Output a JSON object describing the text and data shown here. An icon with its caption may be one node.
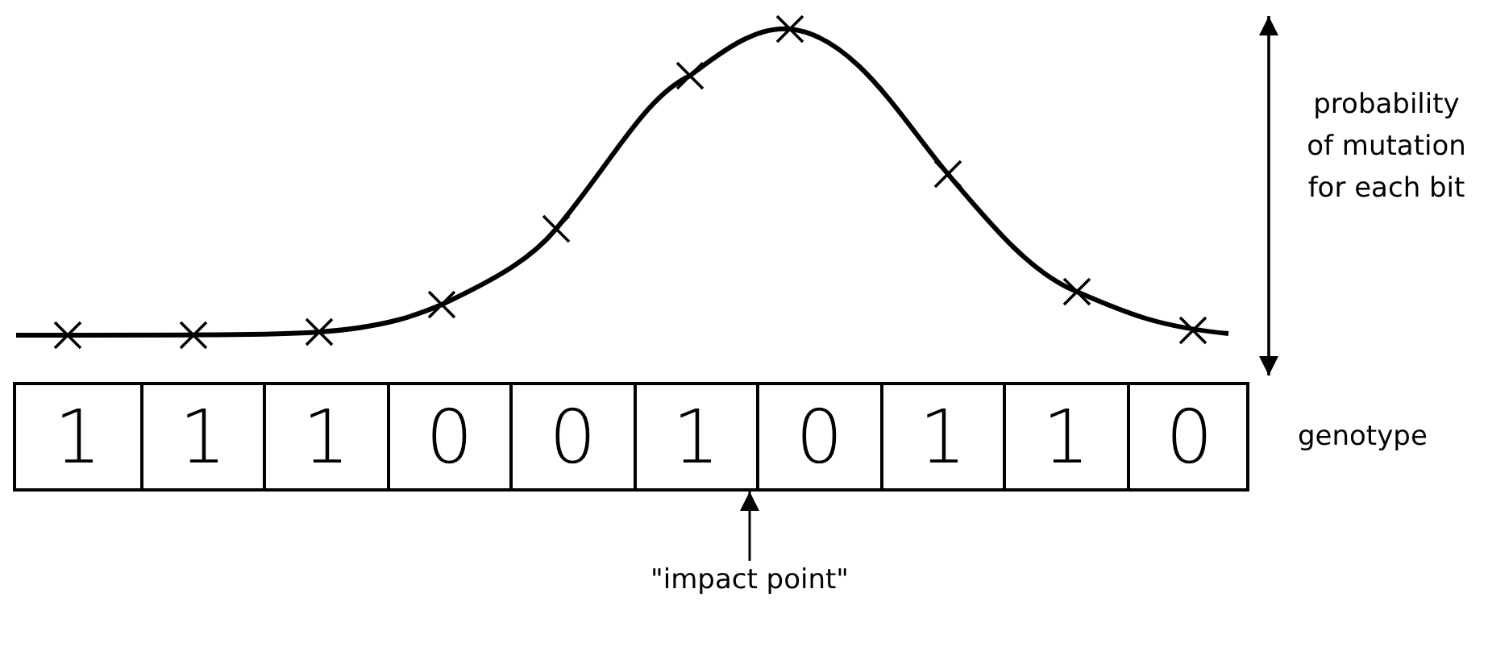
{
  "diagram": {
    "nodes": [
      {
        "text": [],
        "shape": "box",
        "beside": [
          "genotype"
        ]
      },
      {
        "text": [
          "1"
        ],
        "in": 0
      },
      {
        "text": [
          "1"
        ],
        "in": 0
      },
      {
        "text": [
          "1"
        ],
        "in": 0
      },
      {
        "text": [
          "0"
        ],
        "in": 0
      },
      {
        "text": [
          "0"
        ],
        "in": 0
      },
      {
        "text": [
          "1"
        ],
        "in": 0
      },
      {
        "text": [
          "0"
        ],
        "in": 0
      },
      {
        "text": [
          "1"
        ],
        "in": 0
      },
      {
        "text": [
          "1"
        ],
        "in": 0
      },
      {
        "text": [
          "0"
        ],
        "in": 0
      },
      {
        "text": [
          "\"impact point\""
        ]
      }
    ],
    "edges": [
      {
        "from": 11,
        "to": 0,
        "arrow": "to"
      }
    ],
    "labels": [
      "probability of mutation for each bit"
    ]
  }
}
